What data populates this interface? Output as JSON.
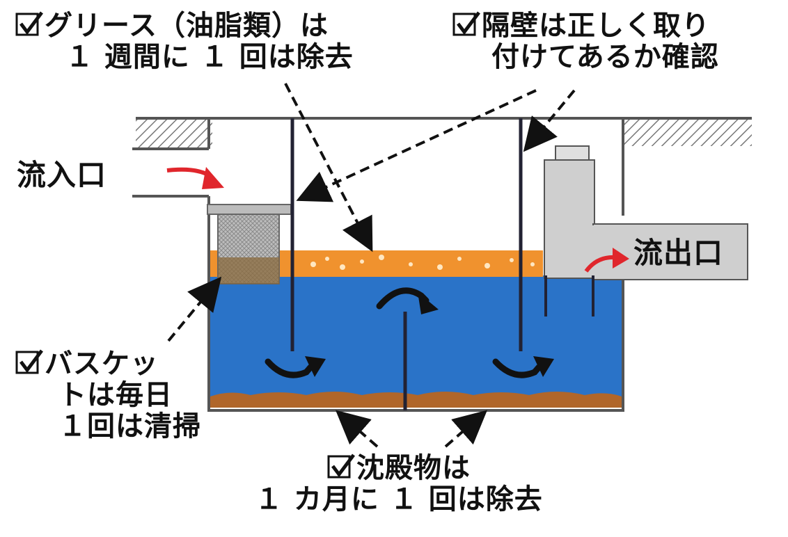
{
  "labels": {
    "grease_line1": "グリース（油脂類）は",
    "grease_line2": "１ 週間に １ 回は除去",
    "partition_line1": "隔壁は正しく取り",
    "partition_line2": "付けてあるか確認",
    "inlet": "流入口",
    "outlet": "流出口",
    "basket_line1": "バスケッ",
    "basket_line2": "トは毎日",
    "basket_line3": "１回は清掃",
    "sediment_line1": "沈殿物は",
    "sediment_line2": "１ カ月に １ 回は除去"
  },
  "icons": {
    "check": "checkbox-check-icon",
    "flow_arrow": "curved-flow-arrow-icon",
    "red_arrow": "red-flow-arrow-icon"
  },
  "colors": {
    "water": "#2a73c8",
    "grease_layer": "#f0922e",
    "sediment": "#b0662a",
    "tank_wall": "#555555",
    "pipe_fill": "#cfcfcf",
    "flow_red": "#e0262c",
    "dashed_leader": "#111111"
  }
}
